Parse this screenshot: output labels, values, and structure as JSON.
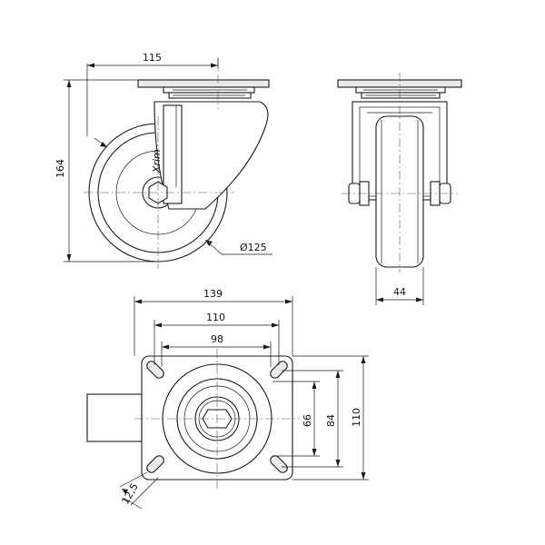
{
  "dimensions": {
    "side_width": "115",
    "side_height": "164",
    "wheel_diameter": "Ø125",
    "front_wheel_width": "44",
    "top_width_total": "139",
    "top_hole_spacing_outer": "110",
    "top_hole_spacing_inner": "98",
    "right_66": "66",
    "right_84": "84",
    "right_110": "110",
    "slot_width": "12,5"
  },
  "wheel_marking": "Xrim"
}
